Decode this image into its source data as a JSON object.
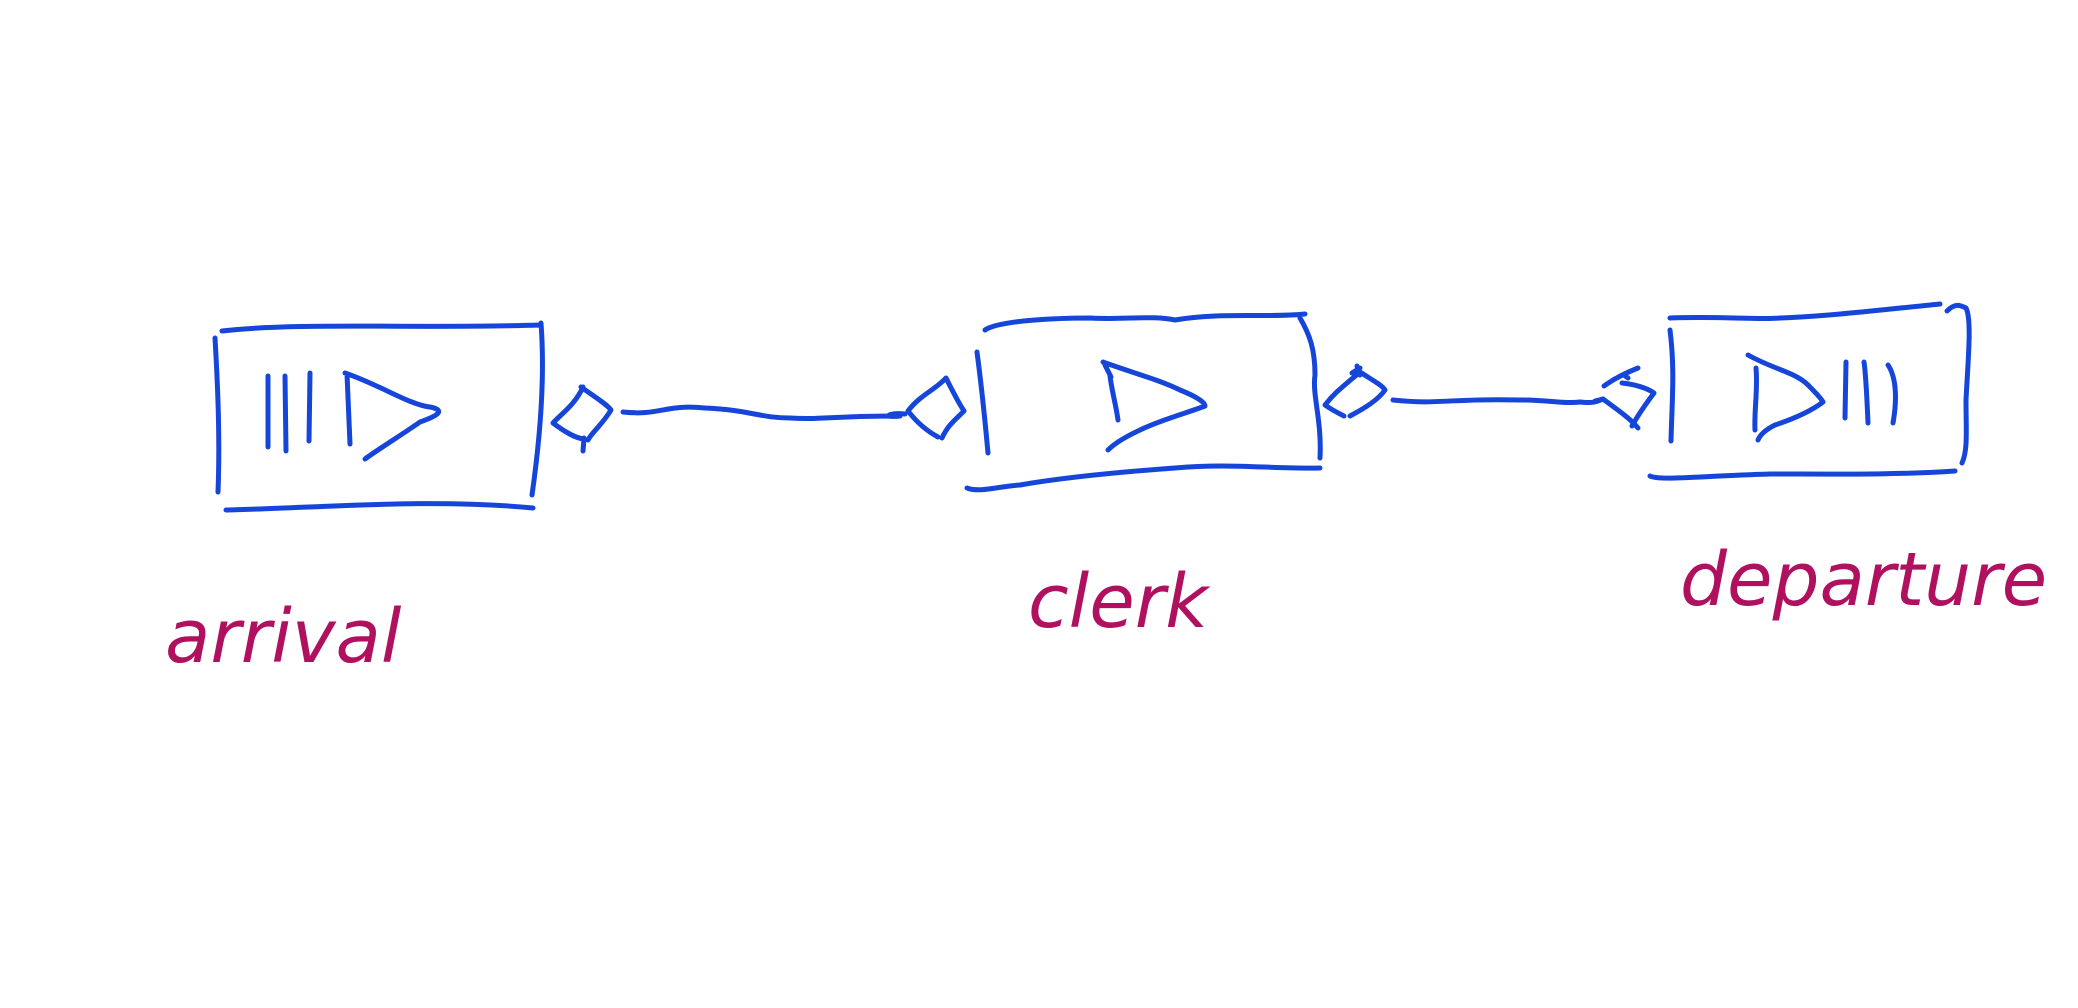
{
  "colors": {
    "stroke": "#1646d9",
    "label": "#b0115f",
    "background": "#ffffff"
  },
  "nodes": [
    {
      "id": "arrival",
      "label": "arrival",
      "glyph": "generator-bars-then-triangle"
    },
    {
      "id": "clerk",
      "label": "clerk",
      "glyph": "triangle"
    },
    {
      "id": "departure",
      "label": "departure",
      "glyph": "triangle-then-bars"
    }
  ],
  "connections": [
    {
      "from": "arrival",
      "to": "clerk",
      "ends": "open-diamond-both"
    },
    {
      "from": "clerk",
      "to": "departure",
      "ends": "diamond-arrowhead-both"
    }
  ]
}
